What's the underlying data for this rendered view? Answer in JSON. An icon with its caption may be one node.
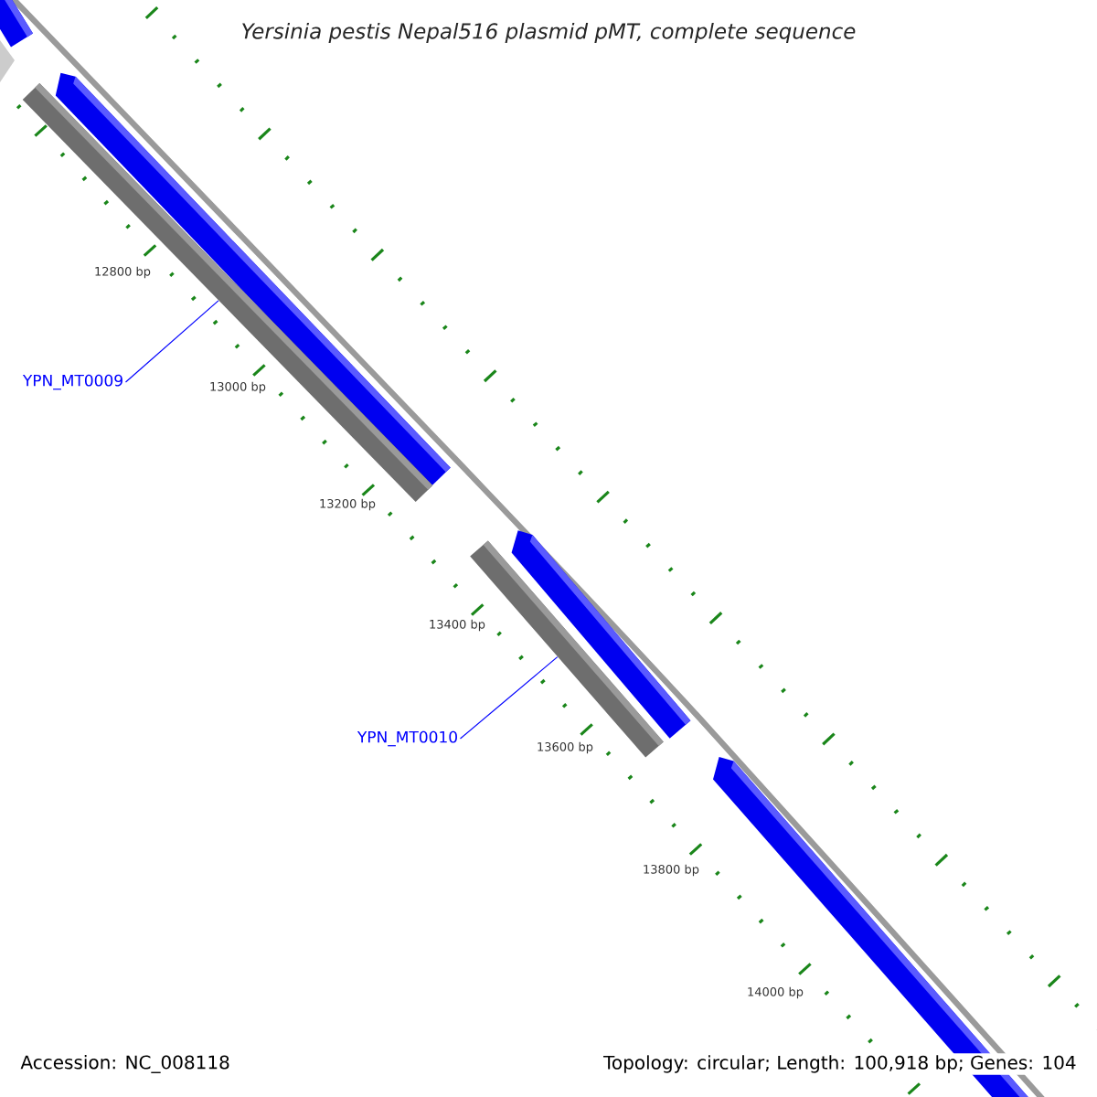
{
  "diagram": {
    "title": "Yersinia pestis Nepal516 plasmid pMT, complete sequence",
    "nodes": [
      {
        "text": [
          "YPN_MT0009"
        ]
      },
      {
        "text": [],
        "shape": "bar"
      },
      {
        "text": [
          "YPN_MT0010"
        ]
      },
      {
        "text": [],
        "shape": "bar"
      }
    ],
    "edges": [
      {
        "from": 0,
        "to": 1,
        "arrow": "none"
      },
      {
        "from": 2,
        "to": 3,
        "arrow": "none"
      }
    ],
    "labels": [
      "12800 bp",
      "13000 bp",
      "13200 bp",
      "13400 bp",
      "13600 bp",
      "13800 bp",
      "14000 bp",
      "Accession: NC_008118",
      "Topology: circular; Length: 100,918 bp; Genes: 104"
    ]
  }
}
